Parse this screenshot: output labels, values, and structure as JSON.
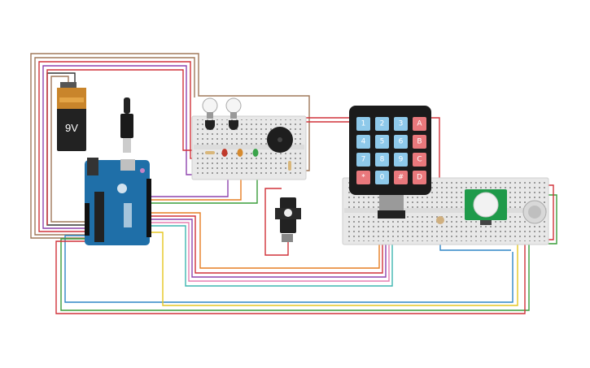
{
  "battery": {
    "label": "9V"
  },
  "keypad": {
    "keys": [
      [
        "1",
        "2",
        "3",
        "A"
      ],
      [
        "4",
        "5",
        "6",
        "B"
      ],
      [
        "7",
        "8",
        "9",
        "C"
      ],
      [
        "*",
        "0",
        "#",
        "D"
      ]
    ],
    "digit_color": "#8ec9ea",
    "letter_color": "#e9787c"
  },
  "colors": {
    "breadboard": "#e8e8e8",
    "arduino": "#1f6fa8",
    "pir_board": "#1f9a4a",
    "wire_brown": "#a0785a",
    "wire_red": "#d1323a",
    "wire_purple": "#8e44ad",
    "wire_orange": "#e67e22",
    "wire_green": "#3a9d3a",
    "wire_yellow": "#e5c620",
    "wire_blue": "#2f86c6",
    "wire_teal": "#3fb6b0",
    "wire_pink": "#e77fb0",
    "wire_black": "#333333"
  }
}
